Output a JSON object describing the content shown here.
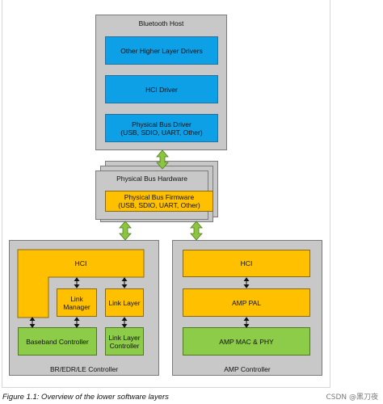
{
  "bluetooth_host": {
    "title": "Bluetooth Host",
    "other_drivers": "Other Higher Layer Drivers",
    "hci_driver": "HCI Driver",
    "phys_bus_driver_line1": "Physical Bus Driver",
    "phys_bus_driver_line2": "(USB, SDIO, UART, Other)"
  },
  "physical_bus_hw": {
    "title": "Physical Bus Hardware",
    "firmware_line1": "Physical Bus Firmware",
    "firmware_line2": "(USB, SDIO, UART, Other)"
  },
  "br_edr_le": {
    "title": "BR/EDR/LE Controller",
    "hci": "HCI",
    "link_manager_line1": "Link",
    "link_manager_line2": "Manager",
    "link_layer": "Link Layer",
    "baseband_controller": "Baseband Controller",
    "link_layer_controller_line1": "Link Layer",
    "link_layer_controller_line2": "Controller"
  },
  "amp": {
    "title": "AMP Controller",
    "hci": "HCI",
    "amp_pal": "AMP PAL",
    "amp_mac_phy": "AMP MAC & PHY"
  },
  "caption": "Figure 1.1:  Overview of the lower software layers",
  "watermark": "CSDN @黑刀夜",
  "colors": {
    "grey": "#c8c8c8",
    "blue": "#0ea0e6",
    "orange": "#ffc000",
    "green": "#8ccc48",
    "arrow_green": "#8cc63f"
  }
}
